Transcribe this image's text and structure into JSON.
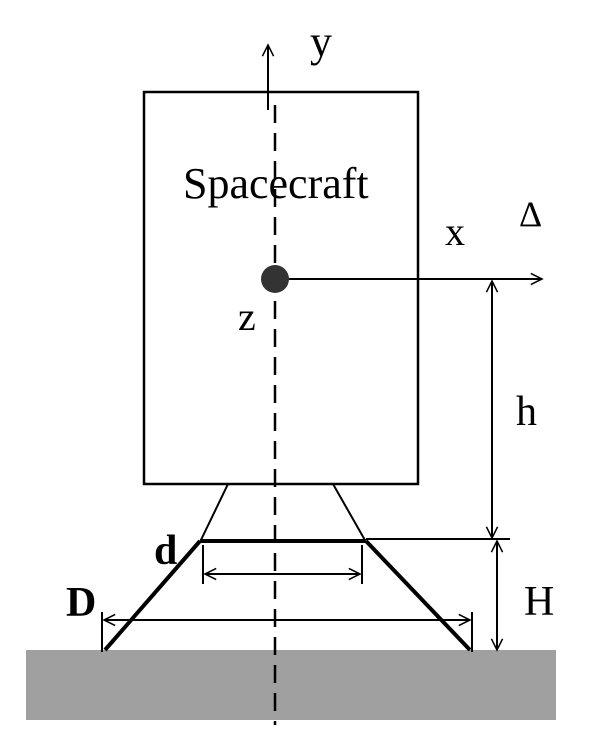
{
  "labels": {
    "spacecraft": "Spacecraft",
    "y_axis": "y",
    "x_axis": "x",
    "z_axis": "z",
    "delta": "Δ",
    "h": "h",
    "H": "H",
    "d": "d",
    "D": "D"
  },
  "colors": {
    "ground": "#a0a0a0",
    "ink": "#000000",
    "center_dot": "#333333"
  }
}
